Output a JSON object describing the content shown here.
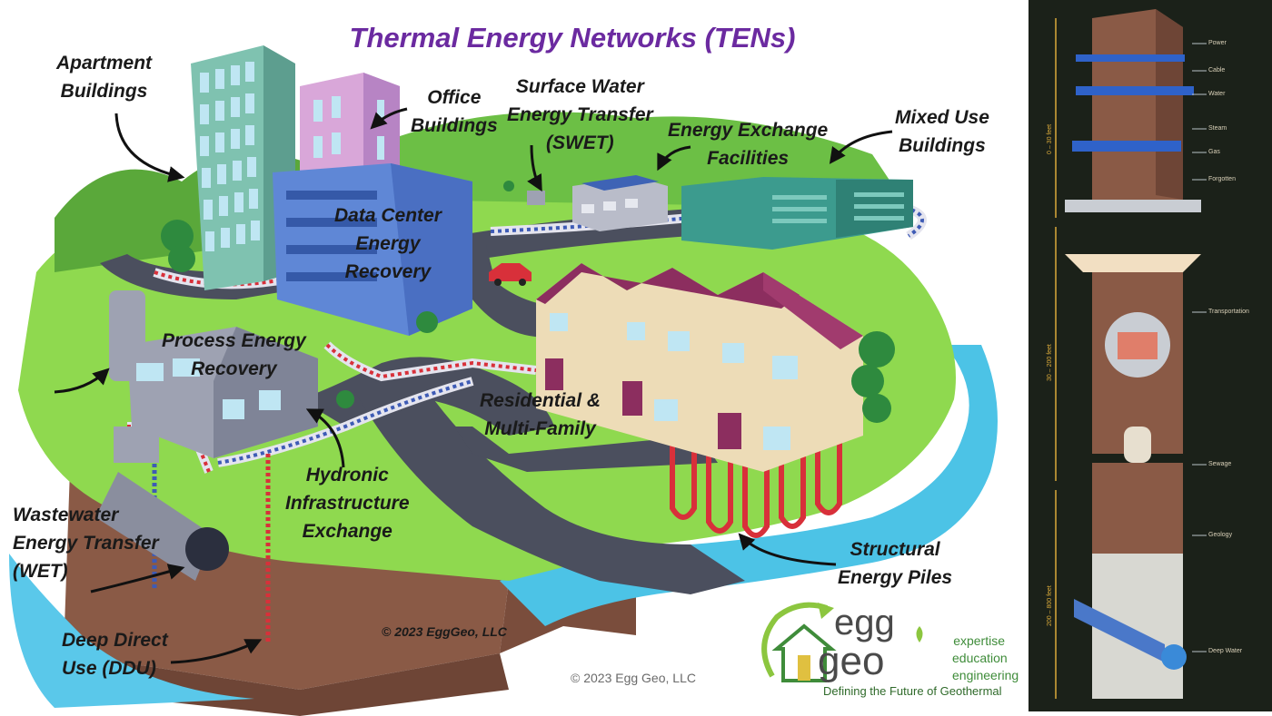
{
  "title": "Thermal Energy Networks (TENs)",
  "labels": {
    "apartment": "Apartment\nBuildings",
    "office": "Office\nBuildings",
    "swet": "Surface Water\nEnergy Transfer\n(SWET)",
    "exchange": "Energy Exchange\nFacilities",
    "mixed": "Mixed Use\nBuildings",
    "datacenter": "Data Center\nEnergy\nRecovery",
    "process": "Process Energy\nRecovery",
    "residential": "Residential &\nMulti-Family",
    "hydronic": "Hydronic\nInfrastructure\nExchange",
    "wet": "Wastewater\nEnergy Transfer\n(WET)",
    "ddu": "Deep Direct\nUse (DDU)",
    "piles": "Structural\nEnergy Piles"
  },
  "copyright_illustration": "© 2023 EggGeo, LLC",
  "copyright_footer": "© 2023 Egg Geo, LLC",
  "logo": {
    "word_top": "egg",
    "word_bottom": "geo",
    "tags": [
      "expertise",
      "education",
      "engineering"
    ],
    "tagline": "Defining the Future of Geothermal"
  },
  "poster": {
    "labels": [
      "Power",
      "Cable",
      "Water",
      "Steam",
      "Gas",
      "Forgotten",
      "Transportation",
      "Sewage",
      "Geology",
      "Deep Water"
    ],
    "depths": [
      "0 – 30 feet",
      "30 – 200 feet",
      "200 – 800 feet"
    ]
  },
  "colors": {
    "title": "#6b2aa0",
    "grass": "#8fd94f",
    "water": "#4cc3e6",
    "soil": "#8a5a46",
    "pipe_hot": "#d8303a",
    "pipe_cold": "#3e5bb5",
    "logo_green": "#3f8c3a"
  }
}
